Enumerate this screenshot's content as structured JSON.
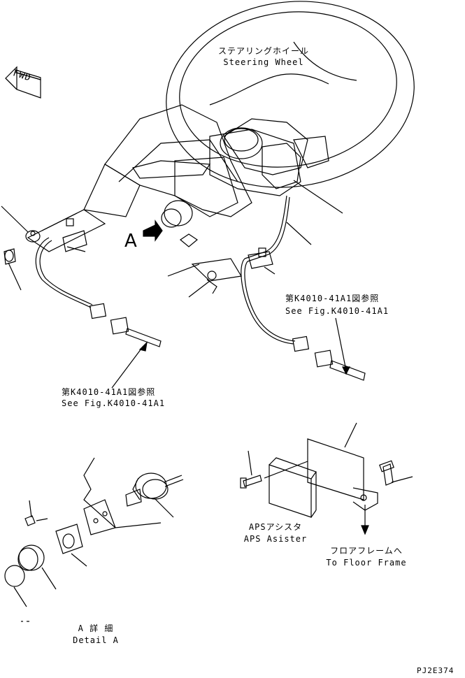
{
  "labels": {
    "steering_wheel_jp": "ステアリングホイール",
    "steering_wheel_en": "Steering Wheel",
    "fwd": "FWD",
    "view_a": "A",
    "ref_right_jp": "第K4010-41A1図参照",
    "ref_right_en": "See Fig.K4010-41A1",
    "ref_left_jp": "第K4010-41A1図参照",
    "ref_left_en": "See Fig.K4010-41A1",
    "aps_jp": "APSアシスタ",
    "aps_en": "APS Asister",
    "floor_jp": "フロアフレームへ",
    "floor_en": "To Floor Frame",
    "detail_jp": "A 詳 細",
    "detail_en": "Detail A",
    "drawing_no": "PJ2E374"
  }
}
